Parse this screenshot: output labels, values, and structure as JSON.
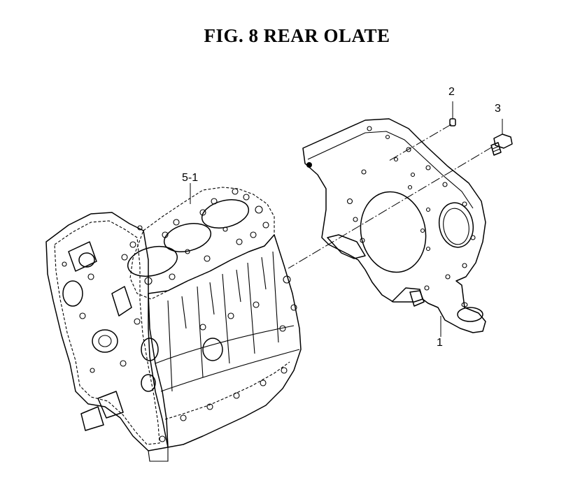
{
  "figure": {
    "title": "FIG.  8  REAR OLATE"
  },
  "callouts": [
    {
      "id": "rear-plate",
      "label": "1"
    },
    {
      "id": "pin",
      "label": "2"
    },
    {
      "id": "bolt",
      "label": "3"
    },
    {
      "id": "cylinder-block",
      "label": "5-1"
    }
  ]
}
